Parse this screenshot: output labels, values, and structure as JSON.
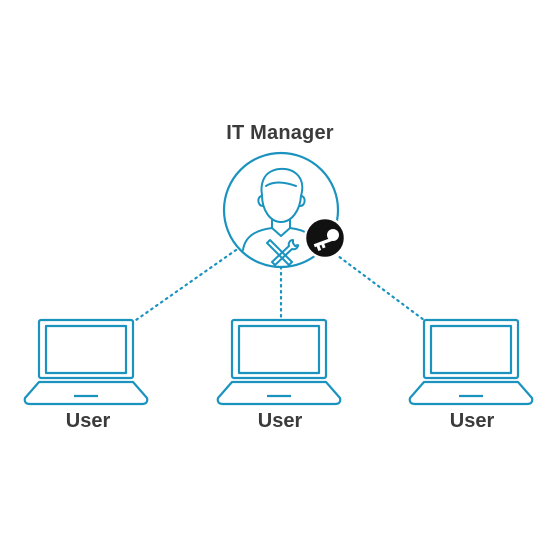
{
  "manager": {
    "label": "IT Manager",
    "icons": [
      "person-icon",
      "tools-icon",
      "key-icon"
    ]
  },
  "users": [
    {
      "label": "User",
      "icon": "laptop-icon"
    },
    {
      "label": "User",
      "icon": "laptop-icon"
    },
    {
      "label": "User",
      "icon": "laptop-icon"
    }
  ],
  "colors": {
    "accent": "#1b93bf",
    "text": "#3b3b3b",
    "badge": "#111111",
    "connector": "#1b93bf"
  }
}
